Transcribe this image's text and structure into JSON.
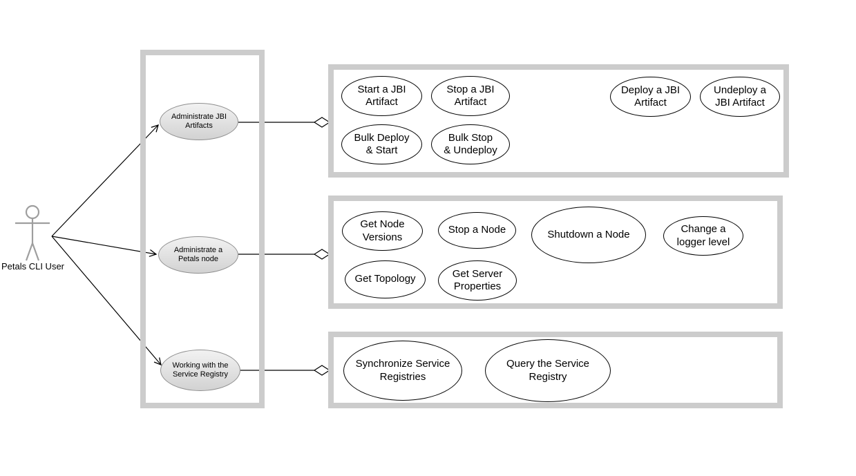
{
  "actor": {
    "label": "Petals CLI User"
  },
  "primary_usecases": [
    {
      "label": "Administrate JBI\nArtifacts"
    },
    {
      "label": "Administrate a\nPetals node"
    },
    {
      "label": "Working with the\nService Registry"
    }
  ],
  "groups": [
    {
      "name": "jbi-artifact-usecases",
      "usecases": [
        {
          "label": "Start a JBI\nArtifact"
        },
        {
          "label": "Stop a JBI\nArtifact"
        },
        {
          "label": "Deploy a JBI\nArtifact"
        },
        {
          "label": "Undeploy a\nJBI Artifact"
        },
        {
          "label": "Bulk Deploy\n& Start"
        },
        {
          "label": "Bulk Stop\n& Undeploy"
        }
      ]
    },
    {
      "name": "petals-node-usecases",
      "usecases": [
        {
          "label": "Get Node\nVersions"
        },
        {
          "label": "Stop a Node"
        },
        {
          "label": "Shutdown a Node"
        },
        {
          "label": "Change a\nlogger level"
        },
        {
          "label": "Get Topology"
        },
        {
          "label": "Get Server\nProperties"
        }
      ]
    },
    {
      "name": "service-registry-usecases",
      "usecases": [
        {
          "label": "Synchronize Service\nRegistries"
        },
        {
          "label": "Query the Service\nRegistry"
        }
      ]
    }
  ],
  "colors": {
    "frame_border": "#cccccc",
    "connector": "#000000",
    "actor_figure": "#9e9e9e",
    "primary_ellipse_fill_top": "#f2f2f2",
    "primary_ellipse_fill_bottom": "#d2d2d2",
    "primary_ellipse_border": "#8f8f8f",
    "usecase_fill": "#ffffff",
    "usecase_border": "#000000",
    "background": "#ffffff"
  }
}
